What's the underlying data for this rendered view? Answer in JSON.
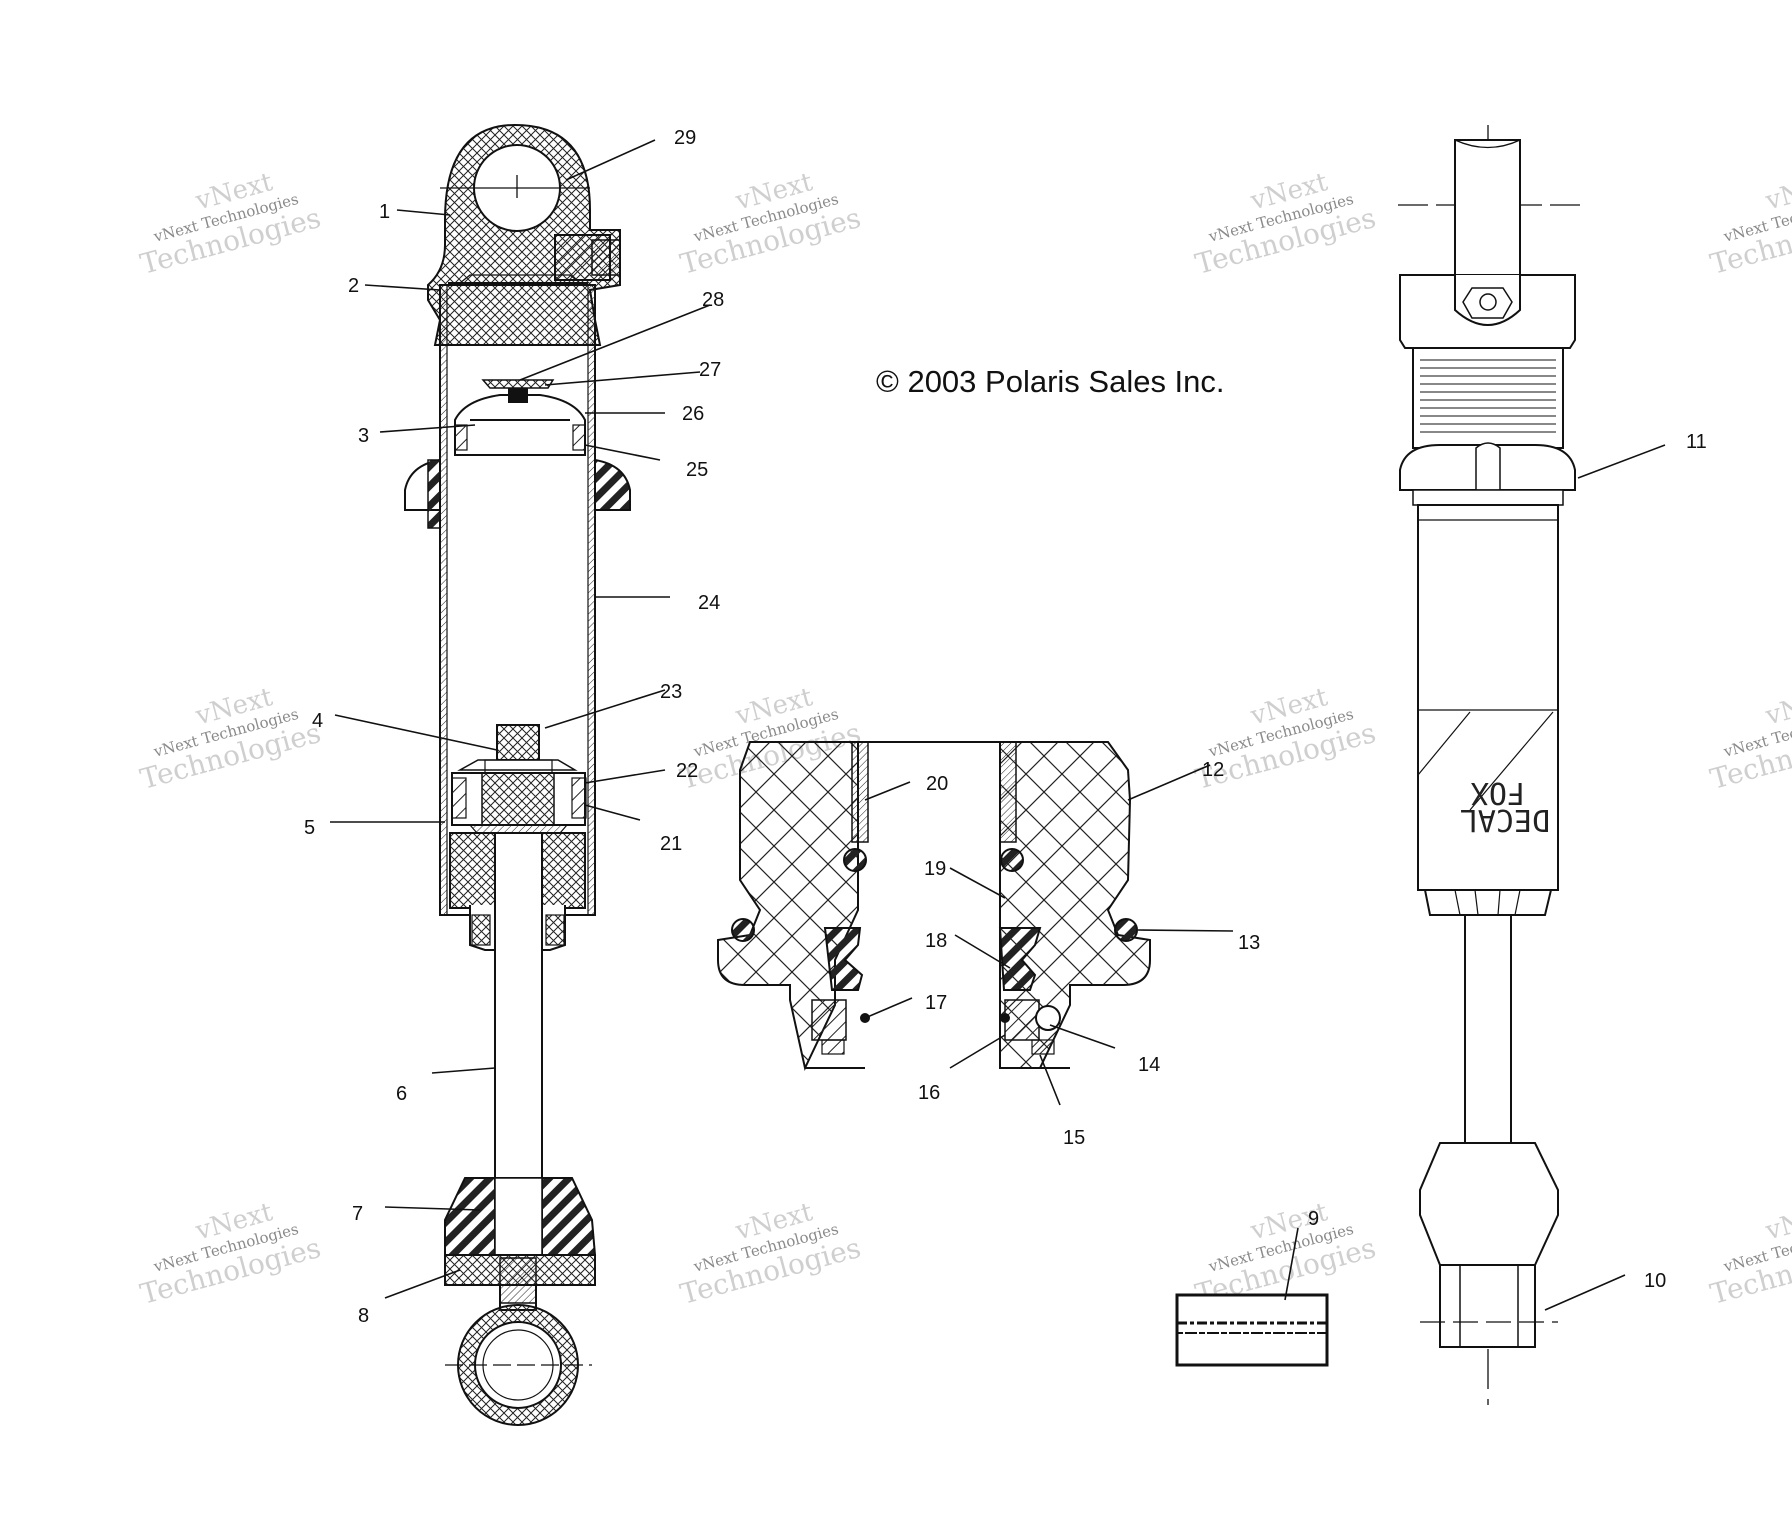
{
  "copyright": "© 2003 Polaris Sales Inc.",
  "watermark": {
    "line1": "vNext",
    "line2": "vNext Technologies",
    "line3": "Technologies"
  },
  "decal_text": {
    "line1": "DECAL",
    "line2": "FOX"
  },
  "callouts": {
    "c1": "1",
    "c2": "2",
    "c3": "3",
    "c4": "4",
    "c5": "5",
    "c6": "6",
    "c7": "7",
    "c8": "8",
    "c9": "9",
    "c10": "10",
    "c11": "11",
    "c12": "12",
    "c13": "13",
    "c14": "14",
    "c15": "15",
    "c16": "16",
    "c17": "17",
    "c18": "18",
    "c19": "19",
    "c20": "20",
    "c21": "21",
    "c22": "22",
    "c23": "23",
    "c24": "24",
    "c25": "25",
    "c26": "26",
    "c27": "27",
    "c28": "28",
    "c29": "29"
  },
  "colors": {
    "line": "#111111",
    "watermark": "#cfcfcf",
    "background": "#ffffff"
  }
}
